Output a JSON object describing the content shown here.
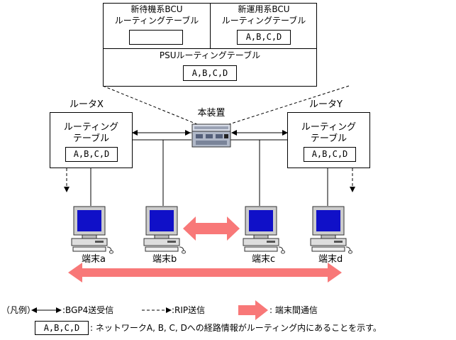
{
  "top_box": {
    "standby_bcu": {
      "line1": "新待機系BCU",
      "line2": "ルーティングテーブル",
      "entries": ""
    },
    "active_bcu": {
      "line1": "新運用系BCU",
      "line2": "ルーティングテーブル",
      "entries": "A,B,C,D"
    },
    "psu": {
      "title": "PSUルーティングテーブル",
      "entries": "A,B,C,D"
    }
  },
  "device": {
    "label": "本装置"
  },
  "router_x": {
    "label": "ルータX",
    "table_line1": "ルーティング",
    "table_line2": "テーブル",
    "entries": "A,B,C,D"
  },
  "router_y": {
    "label": "ルータY",
    "table_line1": "ルーティング",
    "table_line2": "テーブル",
    "entries": "A,B,C,D"
  },
  "terminals": [
    {
      "label": "端末a"
    },
    {
      "label": "端末b"
    },
    {
      "label": "端末c"
    },
    {
      "label": "端末d"
    }
  ],
  "legend": {
    "prefix": "（凡例）",
    "bgp4": ":BGP4送受信",
    "rip": ":RIP送信",
    "comm": ": 端末間通信",
    "table_sample": "A,B,C,D",
    "table_desc": ": ネットワークA, B, C, Dへの経路情報がルーティング内にあることを示す。"
  },
  "colors": {
    "comm_arrow": "#f87878",
    "line": "#000000"
  }
}
